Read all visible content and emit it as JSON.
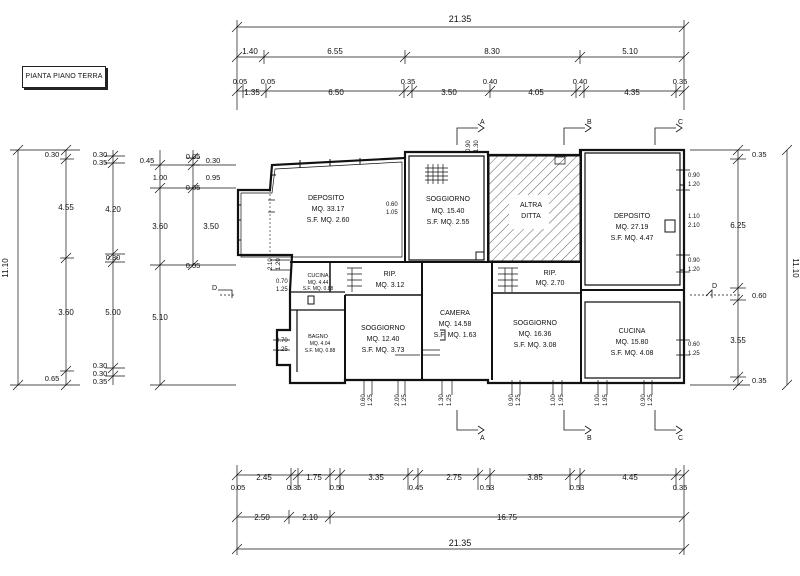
{
  "title": "PIANTA PIANO TERRA",
  "colors": {
    "ink": "#111111",
    "hatch": "#333333",
    "paper": "#ffffff"
  },
  "top_dims": {
    "total": "21.35",
    "row1": [
      "1.40",
      "6.55",
      "8.30",
      "5.10"
    ],
    "row2_small": [
      "0.05",
      "0.05",
      "0.35",
      "0.40",
      "0.40",
      "0.35"
    ],
    "row3": [
      "1.35",
      "6.50",
      "3.50",
      "4.05",
      "4.35"
    ]
  },
  "bottom_dims": {
    "row1": [
      "2.45",
      "1.75",
      "3.35",
      "2.75",
      "3.85",
      "4.45"
    ],
    "row2": [
      "0.05",
      "0.35",
      "0.50",
      "0.45",
      "0.53",
      "0.53",
      "0.35"
    ],
    "row3": [
      "2.50",
      "2.10",
      "16.75"
    ],
    "total": "21.35"
  },
  "left_dims": {
    "total": "11.10",
    "outer": [
      "0.30",
      "4.55",
      "3.60",
      "0.65"
    ],
    "small": [
      "0.30",
      "0.35",
      "0.30",
      "0.30",
      "0.35"
    ],
    "mid": [
      "4.20",
      "0.30",
      "5.00"
    ],
    "inner_small": [
      "0.45",
      "0.05",
      "0.30",
      "1.00",
      "0.95",
      "0.05",
      "0.05"
    ],
    "inner": [
      "3.60",
      "3.50",
      "5.10"
    ]
  },
  "right_dims": {
    "total": "11.10",
    "values": [
      "0.35",
      "6.25",
      "0.60",
      "3.55",
      "0.35"
    ]
  },
  "rooms": [
    {
      "name": "DEPOSITO",
      "area": "MQ. 33.17",
      "sf": "S.F. MQ. 2.60"
    },
    {
      "name": "SOGGIORNO",
      "area": "MQ. 15.40",
      "sf": "S.F. MQ. 2.55"
    },
    {
      "name": "ALTRA",
      "area": "DITTA",
      "sf": ""
    },
    {
      "name": "DEPOSITO",
      "area": "MQ. 27.19",
      "sf": "S.F. MQ. 4.47"
    },
    {
      "name": "CUCINA",
      "area": "MQ. 4.44",
      "sf": "S.F. MQ. 0.88"
    },
    {
      "name": "RIP.",
      "area": "MQ. 3.12",
      "sf": ""
    },
    {
      "name": "CAMERA",
      "area": "MQ. 14.58",
      "sf": "S.F. MQ. 1.63"
    },
    {
      "name": "RIP.",
      "area": "MQ. 2.70",
      "sf": ""
    },
    {
      "name": "BAGNO",
      "area": "MQ. 4.04",
      "sf": "S.F. MQ. 0.88"
    },
    {
      "name": "SOGGIORNO",
      "area": "MQ. 12.40",
      "sf": "S.F. MQ. 3.73"
    },
    {
      "name": "SOGGIORNO",
      "area": "MQ. 16.36",
      "sf": "S.F. MQ. 3.08"
    },
    {
      "name": "CUCINA",
      "area": "MQ. 15.80",
      "sf": "S.F. MQ. 4.08"
    }
  ],
  "openings": [
    "0.90",
    "1.30",
    "0.60",
    "1.05",
    "0.70",
    "1.25",
    "2.10",
    "1.20",
    "0.90",
    "1.20",
    "0.90",
    "1.20",
    "1.10",
    "2.10",
    "0.60",
    "1.25",
    "0.70",
    "1.25",
    "0.60",
    "1.25",
    "0.90",
    "1.25",
    "0.90",
    "1.25",
    "1.30",
    "1.25",
    "1.00",
    "1.95",
    "1.00",
    "1.95",
    "2.00",
    "1.25"
  ],
  "sections": [
    "A",
    "B",
    "C",
    "D"
  ]
}
